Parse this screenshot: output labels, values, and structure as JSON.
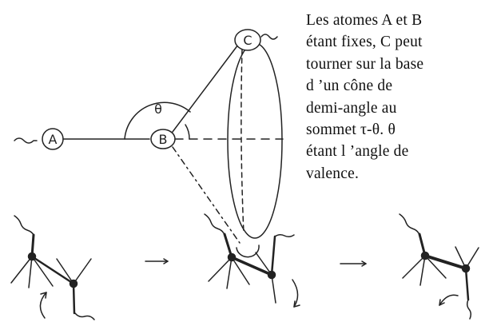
{
  "diagram": {
    "atom_a": "A",
    "atom_b": "B",
    "atom_c": "C",
    "angle_symbol": "θ"
  },
  "caption": {
    "lines": [
      "Les atomes A et B",
      "étant fixes, C peut",
      "tourner sur la base",
      "d ’un cône de",
      "demi-angle  au",
      "sommet τ-θ. θ",
      "étant l ’angle de",
      "valence."
    ]
  },
  "sequence": {
    "steps": 3,
    "arrows": 2
  }
}
